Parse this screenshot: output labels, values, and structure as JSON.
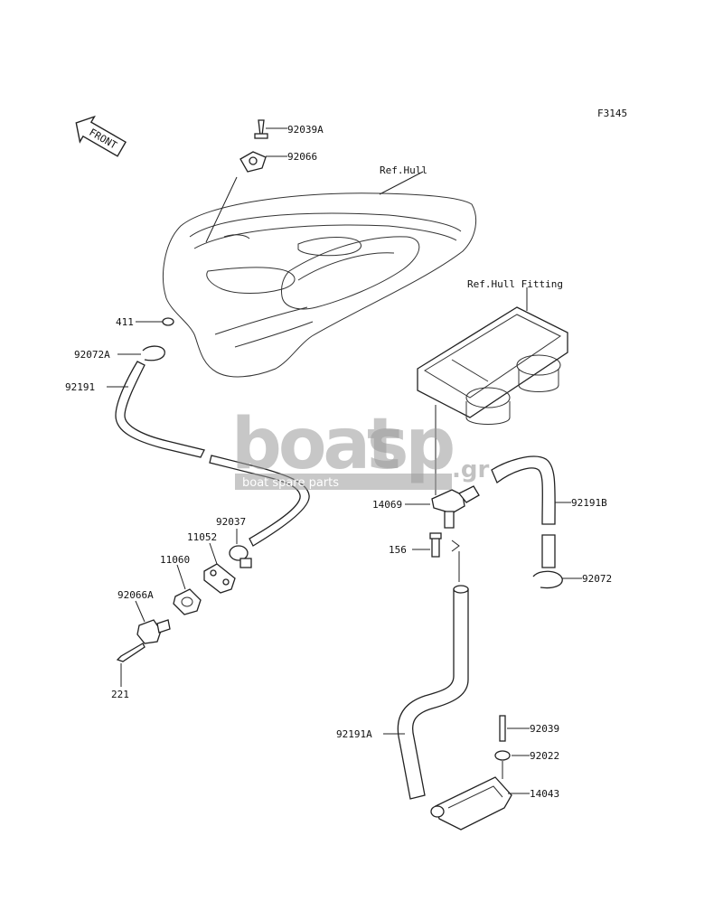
{
  "figure_code": "F3145",
  "front_label": "FRONT",
  "references": {
    "hull": "Ref.Hull",
    "hull_fitting": "Ref.Hull Fitting"
  },
  "parts": [
    {
      "id": "p-92039a",
      "label": "92039A"
    },
    {
      "id": "p-92066",
      "label": "92066"
    },
    {
      "id": "p-411",
      "label": "411"
    },
    {
      "id": "p-92072a",
      "label": "92072A"
    },
    {
      "id": "p-92191",
      "label": "92191"
    },
    {
      "id": "p-92037",
      "label": "92037"
    },
    {
      "id": "p-11052",
      "label": "11052"
    },
    {
      "id": "p-11060",
      "label": "11060"
    },
    {
      "id": "p-92066a",
      "label": "92066A"
    },
    {
      "id": "p-221",
      "label": "221"
    },
    {
      "id": "p-14069",
      "label": "14069"
    },
    {
      "id": "p-156",
      "label": "156"
    },
    {
      "id": "p-92191b",
      "label": "92191B"
    },
    {
      "id": "p-92072",
      "label": "92072"
    },
    {
      "id": "p-92191a",
      "label": "92191A"
    },
    {
      "id": "p-92039",
      "label": "92039"
    },
    {
      "id": "p-92022",
      "label": "92022"
    },
    {
      "id": "p-14043",
      "label": "14043"
    }
  ],
  "watermark": {
    "brand_left": "boat",
    "brand_right": "sp",
    "suffix": ".gr",
    "tagline": "boat spare parts"
  }
}
